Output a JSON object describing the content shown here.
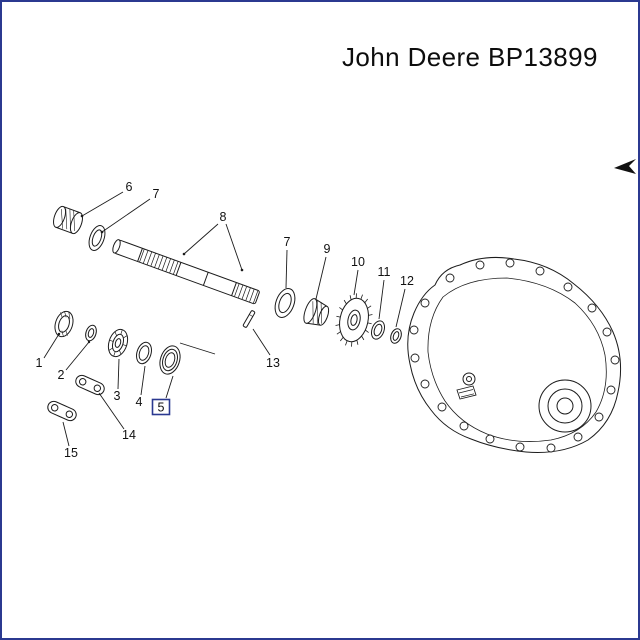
{
  "page": {
    "title": "John Deere BP13899",
    "accent_blue": "#2b3990",
    "line_color": "#1c1c1c",
    "background": "#ffffff"
  },
  "callouts": {
    "n1": "1",
    "n2": "2",
    "n3": "3",
    "n4": "4",
    "n5": "5",
    "n6": "6",
    "n7a": "7",
    "n7b": "7",
    "n8": "8",
    "n9": "9",
    "n10": "10",
    "n11": "11",
    "n12": "12",
    "n13": "13",
    "n14": "14",
    "n15": "15"
  },
  "selection": {
    "selected_part": "5"
  }
}
